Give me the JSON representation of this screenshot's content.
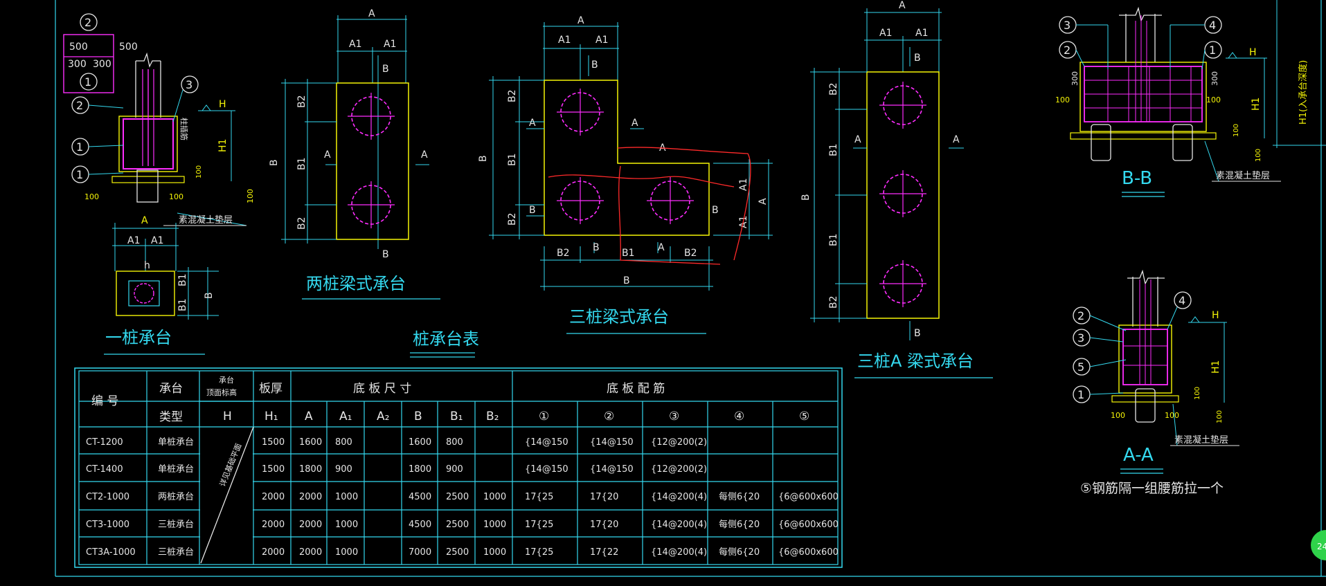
{
  "titles": {
    "one_pile": "一桩承台",
    "two_pile": "两桩梁式承台",
    "three_pile": "三桩梁式承台",
    "three_pile_a": "三桩A 梁式承台",
    "pile_cap_table": "桩承台表",
    "section_bb": "B-B",
    "section_aa": "A-A",
    "note_5": "⑤钢筋隔一组腰筋拉一个"
  },
  "labels": {
    "concrete_pad": "素混凝土垫层",
    "column_rebar": "柱插筋",
    "h_label": "H",
    "h1_label": "H1",
    "h1_side": "H1(入承台深度)",
    "a": "A",
    "a1": "A1",
    "a2": "A2",
    "b": "B",
    "b1": "B1",
    "b2": "B2",
    "dim_100": "100",
    "dim_300": "300",
    "dim_500": "500",
    "h_small": "h",
    "circle_1": "1",
    "circle_2": "2",
    "circle_3": "3",
    "circle_4": "4",
    "circle_5": "5",
    "page_num": "24"
  },
  "table": {
    "headers": {
      "id": "编 号",
      "type_1": "承台",
      "type_2": "类型",
      "top_elev_1": "承台",
      "top_elev_2": "顶面标高",
      "thick": "板厚",
      "size": "底 板 尺 寸",
      "rebar": "底 板 配 筋",
      "H": "H",
      "H1": "H₁",
      "A": "A",
      "A1": "A₁",
      "A2": "A₂",
      "B": "B",
      "B1": "B₁",
      "B2": "B₂",
      "r1": "①",
      "r2": "②",
      "r3": "③",
      "r4": "④",
      "r5": "⑤"
    },
    "elev_note": "详见基础平面",
    "rows": [
      {
        "id": "CT-1200",
        "type": "单桩承台",
        "h1": "1500",
        "a": "1600",
        "a1": "800",
        "a2": "",
        "b": "1600",
        "b1": "800",
        "b2": "",
        "r1": "{14@150",
        "r2": "{14@150",
        "r3": "{12@200(2)",
        "r4": "",
        "r5": ""
      },
      {
        "id": "CT-1400",
        "type": "单桩承台",
        "h1": "1500",
        "a": "1800",
        "a1": "900",
        "a2": "",
        "b": "1800",
        "b1": "900",
        "b2": "",
        "r1": "{14@150",
        "r2": "{14@150",
        "r3": "{12@200(2)",
        "r4": "",
        "r5": ""
      },
      {
        "id": "CT2-1000",
        "type": "两桩承台",
        "h1": "2000",
        "a": "2000",
        "a1": "1000",
        "a2": "",
        "b": "4500",
        "b1": "2500",
        "b2": "1000",
        "r1": "17{25",
        "r2": "17{20",
        "r3": "{14@200(4)",
        "r4": "每侧6{20",
        "r5": "{6@600x600"
      },
      {
        "id": "CT3-1000",
        "type": "三桩承台",
        "h1": "2000",
        "a": "2000",
        "a1": "1000",
        "a2": "",
        "b": "4500",
        "b1": "2500",
        "b2": "1000",
        "r1": "17{25",
        "r2": "17{20",
        "r3": "{14@200(4)",
        "r4": "每侧6{20",
        "r5": "{6@600x600"
      },
      {
        "id": "CT3A-1000",
        "type": "三桩承台",
        "h1": "2000",
        "a": "2000",
        "a1": "1000",
        "a2": "",
        "b": "7000",
        "b1": "2500",
        "b2": "1000",
        "r1": "17{25",
        "r2": "17{22",
        "r3": "{14@200(4)",
        "r4": "每侧6{20",
        "r5": "{6@600x600"
      }
    ]
  },
  "colors": {
    "background": "#000000",
    "dimension": "#34d9ef",
    "outline": "#e6e6e6",
    "cap_outline": "#f5f507",
    "pile": "#ff2dff",
    "markup": "#ff2a2a",
    "badge": "#2fd24a"
  }
}
